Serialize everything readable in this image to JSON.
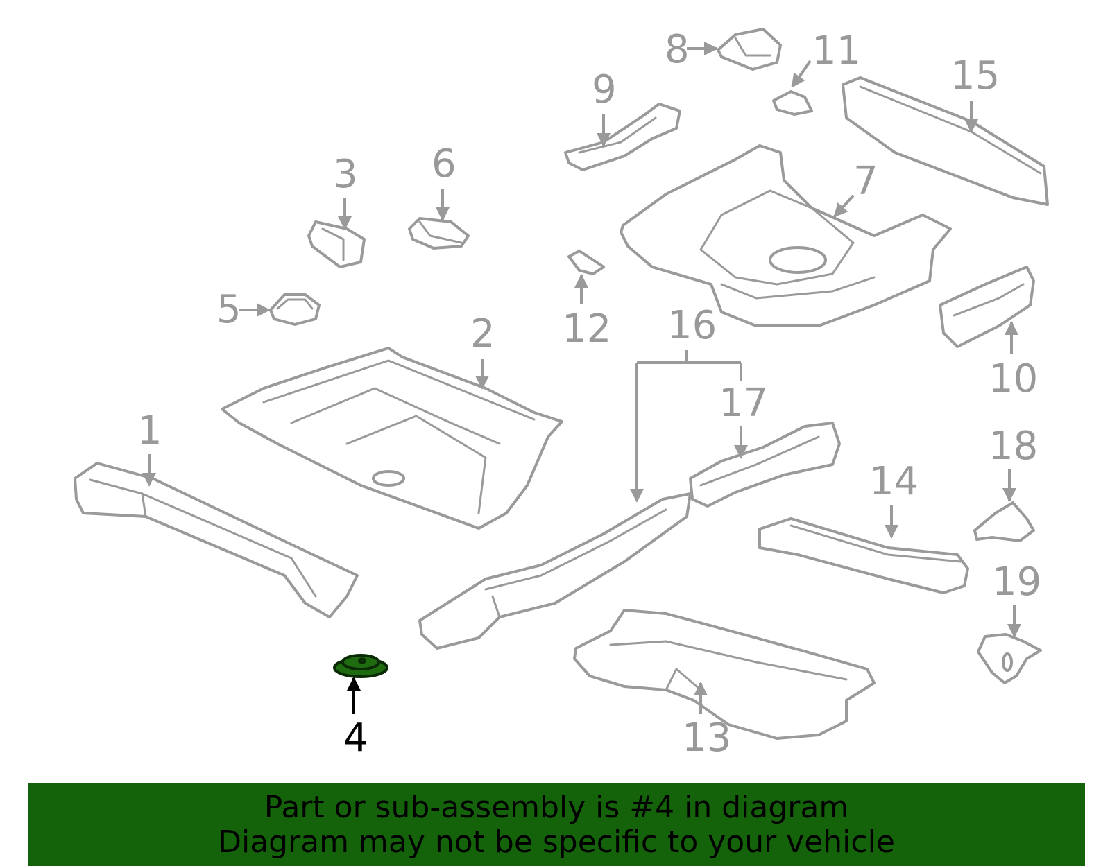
{
  "callouts": {
    "c1": "1",
    "c2": "2",
    "c3": "3",
    "c4": "4",
    "c5": "5",
    "c6": "6",
    "c7": "7",
    "c8": "8",
    "c9": "9",
    "c10": "10",
    "c11": "11",
    "c12": "12",
    "c13": "13",
    "c14": "14",
    "c15": "15",
    "c16": "16",
    "c17": "17",
    "c18": "18",
    "c19": "19"
  },
  "selected_part": "4",
  "colors": {
    "highlight": "#1f6b10",
    "banner": "#14630a",
    "line": "#9a9a9a"
  },
  "banner": {
    "line1": "Part or sub-assembly is #4 in diagram",
    "line2": "Diagram may not be specific to your vehicle"
  }
}
